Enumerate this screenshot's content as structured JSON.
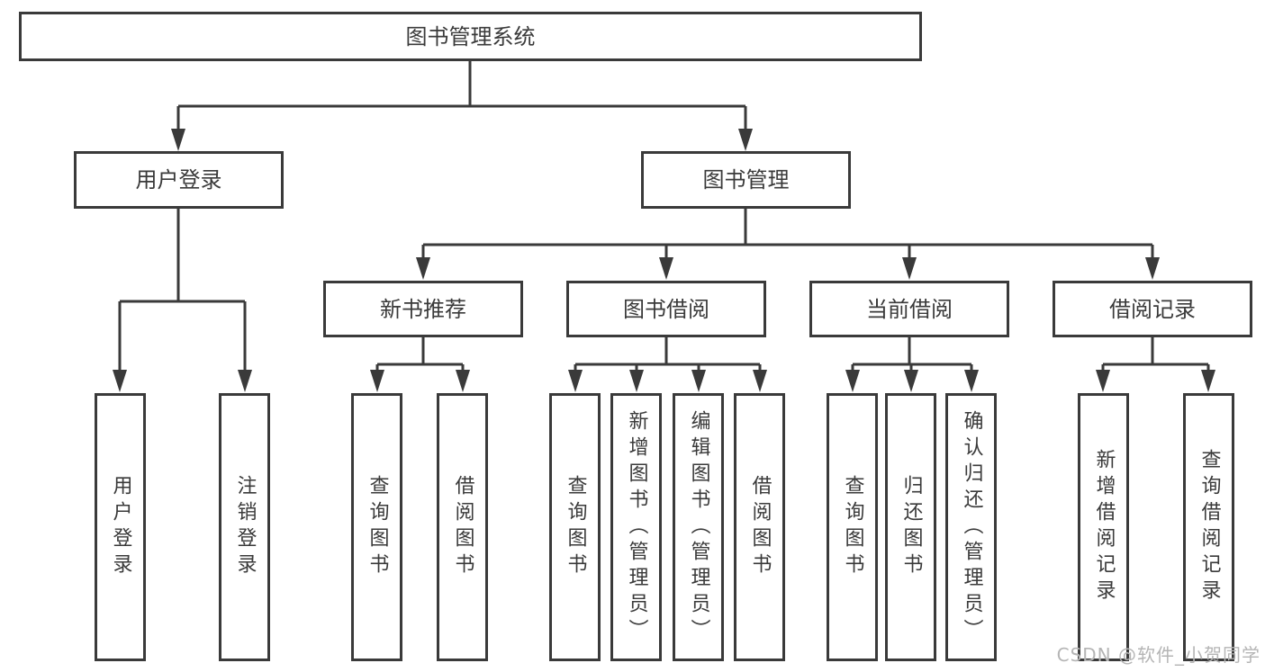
{
  "colors": {
    "line": "#3a3a3a",
    "box_border": "#3a3a3a",
    "box_fill": "#ffffff",
    "text": "#3a3a3a",
    "watermark": "#b5b5b5"
  },
  "tree": {
    "root": {
      "label": "图书管理系统"
    },
    "login": {
      "label": "用户登录",
      "children": [
        "用户登录",
        "注销登录"
      ]
    },
    "manage": {
      "label": "图书管理"
    },
    "sections": [
      {
        "label": "新书推荐",
        "children": [
          "查询图书",
          "借阅图书"
        ]
      },
      {
        "label": "图书借阅",
        "children": [
          "查询图书",
          "新增图书（管理员）",
          "编辑图书（管理员）",
          "借阅图书"
        ]
      },
      {
        "label": "当前借阅",
        "children": [
          "查询图书",
          "归还图书",
          "确认归还（管理员）"
        ]
      },
      {
        "label": "借阅记录",
        "children": [
          "新增借阅记录",
          "查询借阅记录"
        ]
      }
    ]
  },
  "watermark": "CSDN @软件_小贺同学"
}
